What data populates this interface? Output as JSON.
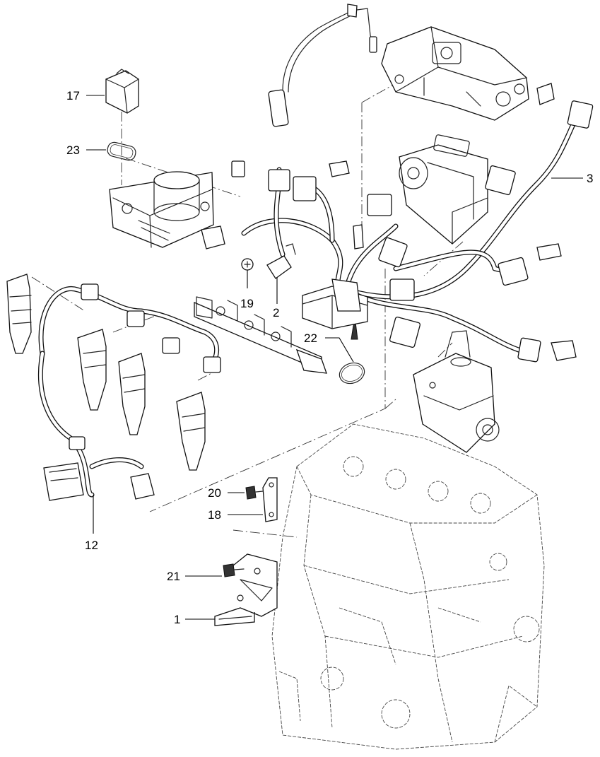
{
  "callouts": [
    {
      "id": "c17",
      "text": "17"
    },
    {
      "id": "c23",
      "text": "23"
    },
    {
      "id": "c3",
      "text": "3"
    },
    {
      "id": "c19",
      "text": "19"
    },
    {
      "id": "c2",
      "text": "2"
    },
    {
      "id": "c22",
      "text": "22"
    },
    {
      "id": "c20",
      "text": "20"
    },
    {
      "id": "c18",
      "text": "18"
    },
    {
      "id": "c12",
      "text": "12"
    },
    {
      "id": "c21",
      "text": "21"
    },
    {
      "id": "c1",
      "text": "1"
    }
  ]
}
